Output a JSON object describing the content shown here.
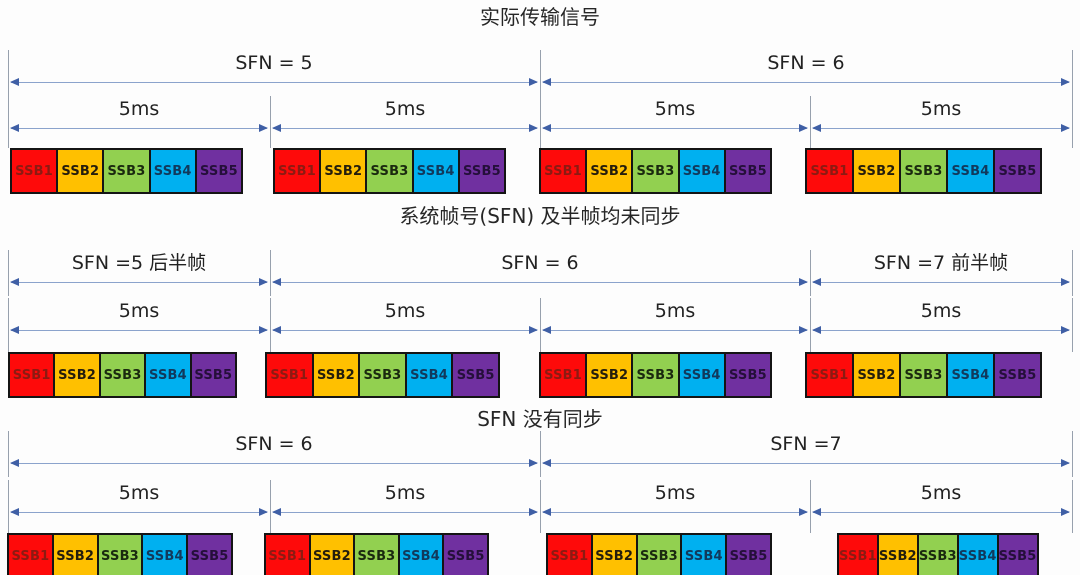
{
  "ssb": {
    "labels": [
      "SSB1",
      "SSB2",
      "SSB3",
      "SSB4",
      "SSB5"
    ],
    "fills": [
      "#fe0a0a",
      "#ffc000",
      "#92d050",
      "#00b0f0",
      "#7030a0"
    ],
    "label_colors": [
      "#8c1a12",
      "#241d0c",
      "#1a290f",
      "#11395c",
      "#250f3a"
    ]
  },
  "colors": {
    "arrow_line": "#8ba3cc",
    "arrow_head": "#3f5fa5",
    "tick": "#97a0ad",
    "text": "#1f1f1f",
    "block_border": "#141414",
    "background": "#fdfdfd"
  },
  "sections": [
    {
      "title": "实际传输信号",
      "sfn_spans": [
        {
          "label": "SFN = 5",
          "start": 0,
          "end": 2
        },
        {
          "label": "SFN = 6",
          "start": 2,
          "end": 4
        }
      ],
      "duration_spans": [
        {
          "label": "5ms",
          "start": 0,
          "end": 1
        },
        {
          "label": "5ms",
          "start": 1,
          "end": 2
        },
        {
          "label": "5ms",
          "start": 2,
          "end": 3
        },
        {
          "label": "5ms",
          "start": 3,
          "end": 4
        }
      ],
      "ssb_group_count": 4
    },
    {
      "title": "系统帧号(SFN) 及半帧均未同步",
      "sfn_spans": [
        {
          "label": "SFN =5 后半帧",
          "start": 0,
          "end": 1
        },
        {
          "label": "SFN = 6",
          "start": 1,
          "end": 3
        },
        {
          "label": "SFN =7 前半帧",
          "start": 3,
          "end": 4
        }
      ],
      "duration_spans": [
        {
          "label": "5ms",
          "start": 0,
          "end": 1
        },
        {
          "label": "5ms",
          "start": 1,
          "end": 2
        },
        {
          "label": "5ms",
          "start": 2,
          "end": 3
        },
        {
          "label": "5ms",
          "start": 3,
          "end": 4
        }
      ],
      "ssb_group_count": 4
    },
    {
      "title": "SFN 没有同步",
      "sfn_spans": [
        {
          "label": "SFN = 6",
          "start": 0,
          "end": 2
        },
        {
          "label": "SFN =7",
          "start": 2,
          "end": 4
        }
      ],
      "duration_spans": [
        {
          "label": "5ms",
          "start": 0,
          "end": 1
        },
        {
          "label": "5ms",
          "start": 1,
          "end": 2
        },
        {
          "label": "5ms",
          "start": 2,
          "end": 3
        },
        {
          "label": "5ms",
          "start": 3,
          "end": 4
        }
      ],
      "ssb_group_count": 4
    }
  ]
}
